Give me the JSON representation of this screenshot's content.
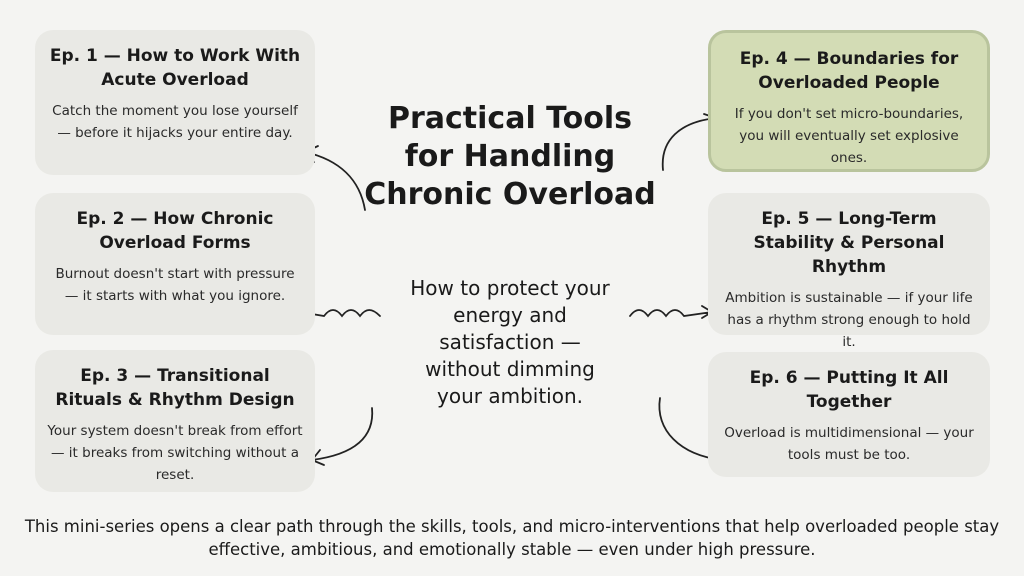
{
  "title": "Practical Tools for Handling Chronic Overload",
  "subtitle": "How to protect your energy and satisfaction — without dimming your ambition.",
  "episodes": [
    {
      "title": "Ep. 1 — How to Work With Acute Overload",
      "text": "Catch the moment you lose yourself — before it hijacks your entire day."
    },
    {
      "title": "Ep. 2 — How Chronic Overload Forms",
      "text": "Burnout doesn't start with pressure — it starts with what you ignore."
    },
    {
      "title": "Ep. 3 — Transitional Rituals & Rhythm Design",
      "text": "Your system doesn't break from effort — it breaks from switching without a reset."
    },
    {
      "title": "Ep. 4 — Boundaries for Overloaded People",
      "text": "If you don't set micro-boundaries, you will eventually set explosive ones."
    },
    {
      "title": "Ep. 5 — Long-Term Stability & Personal Rhythm",
      "text": "Ambition is sustainable — if your life has a rhythm strong enough to hold it."
    },
    {
      "title": "Ep. 6 — Putting It All Together",
      "text": "Overload is multidimensional — your tools must be too."
    }
  ],
  "footer": "This mini-series opens a clear path through the skills, tools, and micro-interventions that help overloaded people stay effective, ambitious, and emotionally stable — even under high pressure.",
  "colors": {
    "card": "#e9e9e5",
    "highlight": "#d3dcb5",
    "background": "#f4f4f2"
  }
}
